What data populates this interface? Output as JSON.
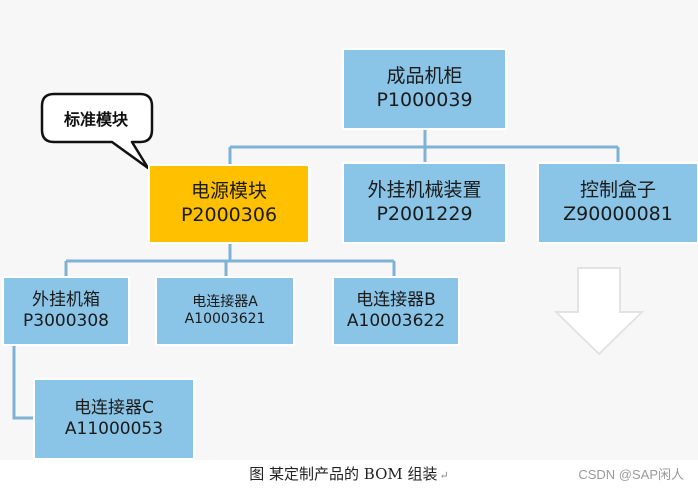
{
  "nodes": {
    "root": {
      "name": "成品机柜",
      "code": "P1000039"
    },
    "power": {
      "name": "电源模块",
      "code": "P2000306"
    },
    "hanging": {
      "name": "外挂机械装置",
      "code": "P2001229"
    },
    "control": {
      "name": "控制盒子",
      "code": "Z90000081"
    },
    "case": {
      "name": "外挂机箱",
      "code": "P3000308"
    },
    "conn_a": {
      "name": "电连接器A",
      "code": "A10003621"
    },
    "conn_b": {
      "name": "电连接器B",
      "code": "A10003622"
    },
    "conn_c": {
      "name": "电连接器C",
      "code": "A11000053"
    }
  },
  "callout": {
    "label": "标准模块"
  },
  "caption": {
    "text": "图  某定制产品的 BOM 组装",
    "return_mark": "↵"
  },
  "watermark": {
    "text": "CSDN @SAP闲人"
  },
  "colors": {
    "node_fill": "#8ac4e6",
    "highlight_fill": "#ffc000",
    "connector": "#7fb3d6",
    "background": "#f7f7f7"
  }
}
